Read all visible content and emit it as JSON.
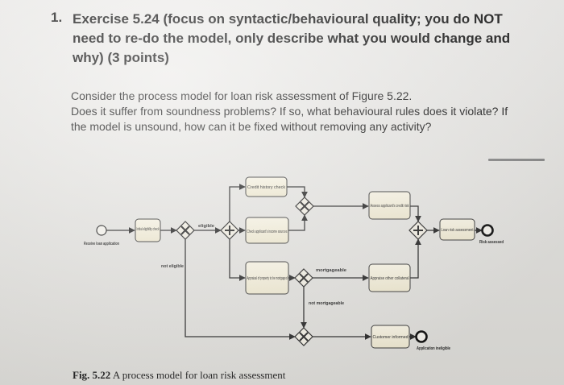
{
  "question": {
    "number": "1.",
    "title_lines": [
      "Exercise 5.24 (focus on syntactic/behavioural quality; you do NOT",
      "need to re-do the model, only describe what you would change and",
      "why) (3 points)"
    ],
    "body_lines": [
      "Consider the process model for loan risk assessment of Figure 5.22.",
      "Does it suffer from soundness problems? If so, what behavioural rules does it violate? If",
      "the model is unsound, how can it be fixed without removing any activity?"
    ]
  },
  "diagram": {
    "tasks": {
      "initial_eligibility": "Initial eligibility check",
      "credit_history": "Credit history check",
      "check_income": "Check applicant's income sources",
      "appraisal": "Appraisal of property to be mortgaged",
      "assess_credit": "Assess applicant's credit risk",
      "appraise_collateral": "Appraise other collateral",
      "loan_risk": "Loan risk assessment",
      "customer_informed": "Customer informed"
    },
    "events": {
      "start": "Receive loan application",
      "end_risk": "Risk assessed",
      "end_ineligible": "Application ineligible"
    },
    "flow_labels": {
      "eligible": "eligible",
      "not_eligible": "not eligible",
      "mortgageable": "mortgageable",
      "not_mortgageable": "not mortgageable"
    }
  },
  "caption": {
    "label": "Fig. 5.22",
    "text": "A process model for loan risk assessment"
  }
}
